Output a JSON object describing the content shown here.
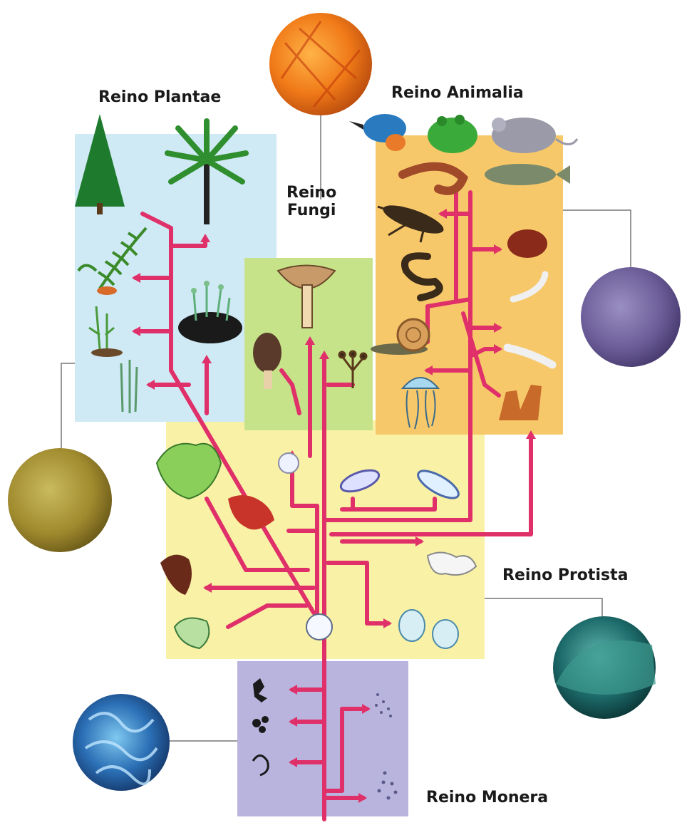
{
  "kingdoms": {
    "plantae": {
      "label": "Reino Plantae"
    },
    "animalia": {
      "label": "Reino Animalia"
    },
    "fungi": {
      "label_line1": "Reino",
      "label_line2": "Fungi"
    },
    "protista": {
      "label": "Reino Protista"
    },
    "monera": {
      "label": "Reino Monera"
    }
  },
  "colors": {
    "plantae_panel": "#cfe9f5",
    "fungi_panel": "#c6e38a",
    "animalia_panel": "#f7c86a",
    "protista_panel": "#f9f1a6",
    "monera_panel": "#b8b4de",
    "branch": "#e0306a"
  },
  "icons": [
    "fungi-culture-icon",
    "algae-culture-icon",
    "protozoa-culture-icon",
    "diatom-culture-icon",
    "bacteria-culture-icon",
    "conifer-icon",
    "palm-icon",
    "fern-icon",
    "moss-icon",
    "horsetail-icon",
    "liverwort-icon",
    "mushroom-icon",
    "morel-icon",
    "mold-icon",
    "kingfisher-icon",
    "frog-icon",
    "mouse-icon",
    "fish-icon",
    "shrimp-icon",
    "insect-icon",
    "snake-icon",
    "snail-icon",
    "jellyfish-icon",
    "sponge-icon",
    "worm-icon",
    "seaweed-icon",
    "amoeba-icon",
    "paramecium-icon",
    "euglena-icon",
    "bacteria-icon"
  ]
}
